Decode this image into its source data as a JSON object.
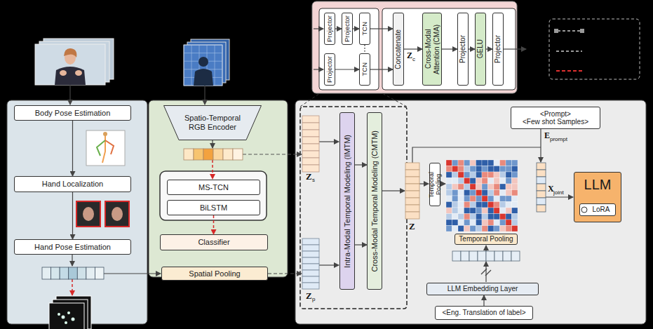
{
  "diagram": {
    "nodes": [
      {
        "text": [
          "Projector"
        ]
      },
      {
        "text": [
          "Projector"
        ]
      },
      {
        "text": [
          "TCN"
        ]
      },
      {
        "text": [
          "Projector"
        ]
      },
      {
        "text": [
          "TCN"
        ]
      },
      {
        "text": [
          "Concatenate"
        ]
      },
      {
        "text": [
          "Cross-Modal Attention (CMA)"
        ]
      },
      {
        "text": [
          "Projector"
        ]
      },
      {
        "text": [
          "GELU"
        ]
      },
      {
        "text": [
          "Projector"
        ]
      },
      {
        "text": [
          "Body Pose Estimation"
        ]
      },
      {
        "text": [
          "Hand Localization"
        ]
      },
      {
        "text": [
          "Hand Pose Estimation"
        ]
      },
      {
        "text": [
          "Spatio-Temporal RGB Encoder"
        ]
      },
      {
        "text": [
          "MS-TCN"
        ]
      },
      {
        "text": [
          "BiLSTM"
        ]
      },
      {
        "text": [
          "Classifier"
        ]
      },
      {
        "text": [
          "Spatial Pooling"
        ]
      },
      {
        "text": [
          "Intra-Modal Temporal Modeling (IMTM)"
        ]
      },
      {
        "text": [
          "Cross-Modal Temporal Modeling (CMTM)"
        ]
      },
      {
        "text": [
          "Temporal Pooling"
        ]
      },
      {
        "text": [
          "<Prompt>",
          "<Few shot Samples>"
        ]
      },
      {
        "text": [
          "Temporal Pooling"
        ]
      },
      {
        "text": [
          "LLM Embedding Layer"
        ]
      },
      {
        "text": [
          "<Eng. Translation of label>"
        ]
      },
      {
        "text": [
          "LLM"
        ]
      },
      {
        "text": [
          "LoRA"
        ],
        "in": 25
      }
    ],
    "edges": [
      {
        "from": 0,
        "to": 1,
        "arrow": "to"
      },
      {
        "from": 1,
        "to": 2,
        "arrow": "to"
      },
      {
        "from": 3,
        "to": 4,
        "arrow": "to"
      },
      {
        "from": 2,
        "to": 5,
        "arrow": "to"
      },
      {
        "from": 4,
        "to": 5,
        "arrow": "to"
      },
      {
        "from": 2,
        "to": 4,
        "arrow": "none"
      },
      {
        "from": 5,
        "to": 6,
        "arrow": "to"
      },
      {
        "from": 6,
        "to": 7,
        "arrow": "to"
      },
      {
        "from": 7,
        "to": 8,
        "arrow": "to"
      },
      {
        "from": 8,
        "to": 9,
        "arrow": "to"
      },
      {
        "from": 10,
        "to": 11,
        "arrow": "to"
      },
      {
        "from": 11,
        "to": 12,
        "arrow": "to"
      },
      {
        "from": 15,
        "to": 16,
        "arrow": "to"
      },
      {
        "from": 18,
        "to": 19,
        "arrow": "to"
      },
      {
        "from": 18,
        "to": 19,
        "arrow": "to"
      },
      {
        "from": 24,
        "to": 23,
        "arrow": "to"
      }
    ],
    "labels": [
      "Z",
      "s",
      "Z",
      "p",
      "Z",
      "Z",
      "c",
      "E",
      "prompt",
      "X",
      "joint"
    ]
  }
}
